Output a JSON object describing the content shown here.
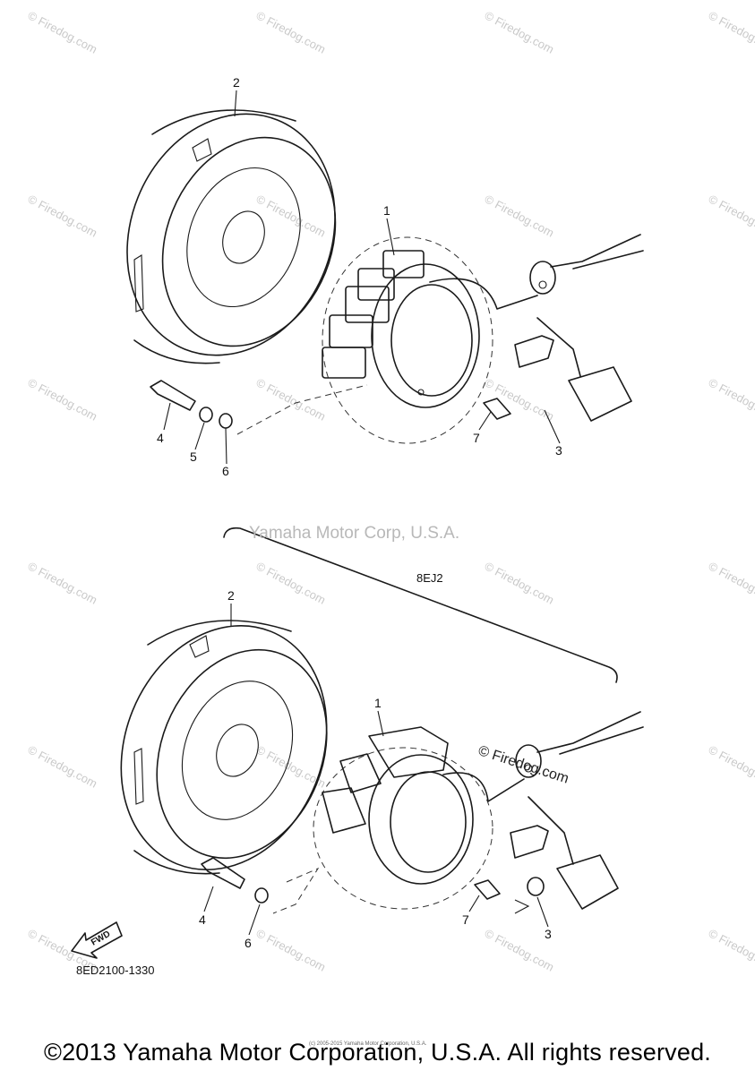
{
  "watermark": {
    "tile_text": "© Firedog.com",
    "center_text": "Yamaha Motor Corp, U.S.A.",
    "inline_text": "© Firedog.com"
  },
  "upper_diagram": {
    "callouts": [
      "1",
      "2",
      "3",
      "4",
      "5",
      "6",
      "7"
    ]
  },
  "lower_diagram": {
    "group_label": "8EJ2",
    "callouts": [
      "1",
      "2",
      "3",
      "4",
      "6",
      "7"
    ],
    "fwd_label": "FWD"
  },
  "reference_code": "8ED2100-1330",
  "tiny_notice": "(c) 2005-2015 Yamaha Motor Corporation, U.S.A.",
  "copyright": "©2013 Yamaha Motor Corporation, U.S.A. All rights reserved."
}
